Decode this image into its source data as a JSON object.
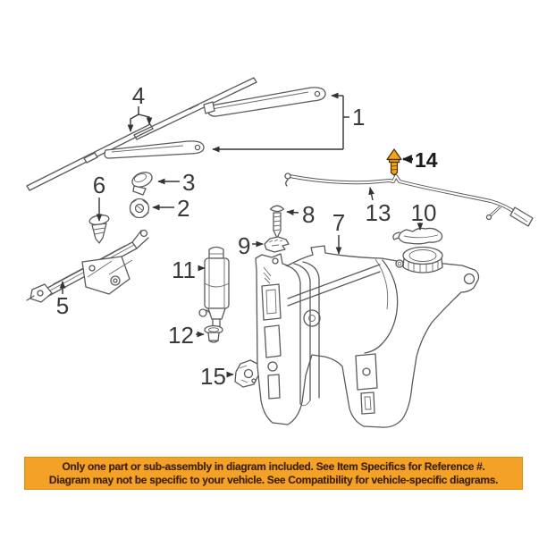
{
  "image": {
    "background": "#ffffff",
    "line_art_color": "#5a5a5a",
    "callout_text_color": "#3a3a3a"
  },
  "diagram": {
    "description_names": {
      "part_14_highlight": "bolt-highlighted-orange"
    },
    "highlight_color": "#F2A31B",
    "callouts": [
      {
        "number": "1"
      },
      {
        "number": "2"
      },
      {
        "number": "3"
      },
      {
        "number": "4"
      },
      {
        "number": "5"
      },
      {
        "number": "6"
      },
      {
        "number": "7"
      },
      {
        "number": "8"
      },
      {
        "number": "9"
      },
      {
        "number": "10"
      },
      {
        "number": "11"
      },
      {
        "number": "12"
      },
      {
        "number": "13"
      },
      {
        "number": "14"
      },
      {
        "number": "15"
      }
    ]
  },
  "banner": {
    "bg": "#F4A127",
    "text_color": "#402508",
    "line1": "Only one part or sub-assembly in diagram included. See Item Specifics for Reference #.",
    "line2": "Diagram may not be specific to your vehicle. See Compatibility for vehicle-specific diagrams."
  }
}
